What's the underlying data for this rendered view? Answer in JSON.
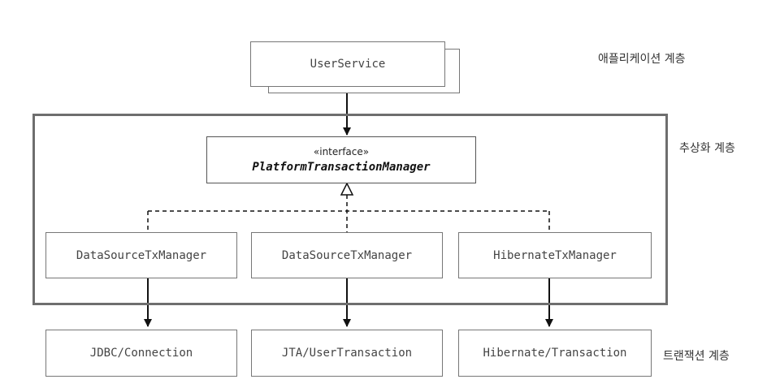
{
  "layers": {
    "application": "애플리케이션 계층",
    "abstraction": "추상화 계층",
    "transaction": "트랜잭션 계층"
  },
  "application": {
    "service": "UserService"
  },
  "abstraction": {
    "stereotype": "«interface»",
    "interface_name": "PlatformTransactionManager",
    "implementations": [
      "DataSourceTxManager",
      "DataSourceTxManager",
      "HibernateTxManager"
    ]
  },
  "transaction": {
    "resources": [
      "JDBC/Connection",
      "JTA/UserTransaction",
      "Hibernate/Transaction"
    ]
  },
  "colors": {
    "line": "#111111",
    "box_border": "#777777",
    "frame": "#6e6e6e"
  }
}
